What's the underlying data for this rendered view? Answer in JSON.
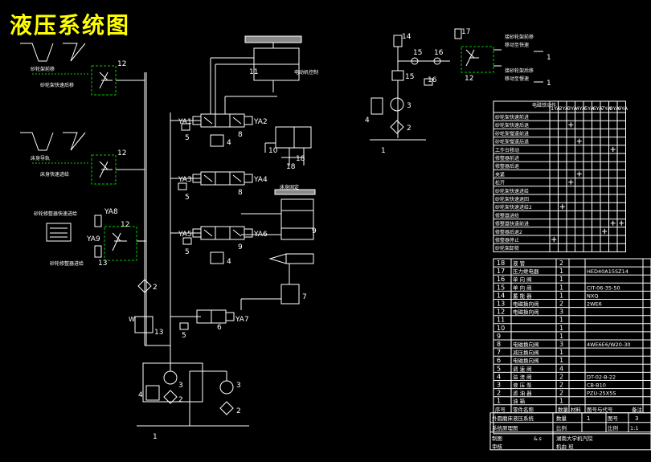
{
  "title": "液压系统图",
  "colors": {
    "line": "#ffffff",
    "dash": "#00cc00",
    "pink": "#ff66ff",
    "yellow": "#ffff00",
    "bg": "#000000"
  },
  "left_labels": {
    "sensor1": "砂轮架前移",
    "sensor1b": "砂轮架快速后移",
    "sensor2": "床身导轨",
    "sensor2b": "床身快速进给",
    "sensor3": "砂轮修整器快速进给",
    "sensor3b": "砂轮修整器进给"
  },
  "valve_labels": [
    "YA1",
    "YA2",
    "YA3",
    "YA4",
    "YA5",
    "YA6",
    "YA7",
    "YA8",
    "YA9"
  ],
  "numbers": {
    "n1": "1",
    "n2": "2",
    "n3": "3",
    "n4": "4",
    "n5": "5",
    "n6": "6",
    "n7": "7",
    "n8": "8",
    "n9": "9",
    "n10": "10",
    "n11": "11",
    "n12": "12",
    "n13": "13",
    "n14": "14",
    "n15": "15",
    "n16": "16",
    "n17": "17",
    "n18": "18"
  },
  "top_note": "电磁铁动作",
  "ya_headers": [
    "1YA",
    "2YA",
    "3YA",
    "4YA",
    "5YA",
    "6YA",
    "7YA",
    "8YA",
    "9YA"
  ],
  "action_rows": [
    {
      "label": "砂轮架快速前进",
      "marks": []
    },
    {
      "label": "砂轮架快速后退",
      "marks": [
        2
      ]
    },
    {
      "label": "砂轮架慢速前进",
      "marks": []
    },
    {
      "label": "砂轮架慢速后退",
      "marks": [
        3
      ]
    },
    {
      "label": "工作台移动",
      "marks": []
    },
    {
      "label": "修整器前进",
      "marks": []
    },
    {
      "label": "修整器后退",
      "marks": []
    },
    {
      "label": "夹紧",
      "marks": []
    },
    {
      "label": "松开",
      "marks": []
    },
    {
      "label": "砂轮架快速进给",
      "marks": []
    },
    {
      "label": "砂轮架快速退回",
      "marks": []
    },
    {
      "label": "砂轮架快速进给2",
      "marks": []
    },
    {
      "label": "修整器进给",
      "marks": []
    },
    {
      "label": "修整器快速前进",
      "marks": []
    },
    {
      "label": "修整器后退2",
      "marks": []
    },
    {
      "label": "修整器停止",
      "marks": []
    },
    {
      "label": "砂轮架卸荷",
      "marks": []
    }
  ],
  "bom_rows": [
    {
      "no": "18",
      "name": "液 管",
      "qty": "2",
      "model": ""
    },
    {
      "no": "17",
      "name": "压力继电器",
      "qty": "1",
      "model": "HED40A15SZ14"
    },
    {
      "no": "16",
      "name": "单 向 阀",
      "qty": "1",
      "model": ""
    },
    {
      "no": "15",
      "name": "单 向 阀",
      "qty": "1",
      "model": "CIT-06-35-50"
    },
    {
      "no": "14",
      "name": "蓄 能 器",
      "qty": "1",
      "model": "NXQ"
    },
    {
      "no": "13",
      "name": "电磁换向阀",
      "qty": "2",
      "model": "2WE6"
    },
    {
      "no": "12",
      "name": "电磁换向阀",
      "qty": "3",
      "model": ""
    },
    {
      "no": "11",
      "name": "",
      "qty": "1",
      "model": ""
    },
    {
      "no": "10",
      "name": "",
      "qty": "1",
      "model": ""
    },
    {
      "no": "9",
      "name": "",
      "qty": "1",
      "model": ""
    },
    {
      "no": "8",
      "name": "电磁换向阀",
      "qty": "3",
      "model": "4WE6E6/W20-30"
    },
    {
      "no": "7",
      "name": "减压换向阀",
      "qty": "1",
      "model": ""
    },
    {
      "no": "6",
      "name": "电磁换向阀",
      "qty": "1",
      "model": ""
    },
    {
      "no": "5",
      "name": "调 速 阀",
      "qty": "4",
      "model": ""
    },
    {
      "no": "4",
      "name": "溢 流 阀",
      "qty": "2",
      "model": "DT-02-B-22"
    },
    {
      "no": "3",
      "name": "液 压 泵",
      "qty": "2",
      "model": "CB-B10"
    },
    {
      "no": "2",
      "name": "滤 油 器",
      "qty": "2",
      "model": "PZU-25X5S"
    },
    {
      "no": "1",
      "name": "油 箱",
      "qty": "1",
      "model": ""
    }
  ],
  "bom_header": {
    "c1": "序号",
    "c2": "零件名称",
    "c3": "数量",
    "c4": "材料",
    "c5": "图号与代号",
    "c6": "备注"
  },
  "title_block": {
    "name1": "外圆磨床液压系统",
    "name2": "系统原理图",
    "count": "数量",
    "count_v": "1",
    "num": "图号",
    "num_v": "3",
    "scale": "比例",
    "scale_v": "1:1",
    "designer": "制图",
    "checker": "审核",
    "school": "湖南大学机汽院",
    "cls": "机由  班",
    "date": "&.s"
  }
}
